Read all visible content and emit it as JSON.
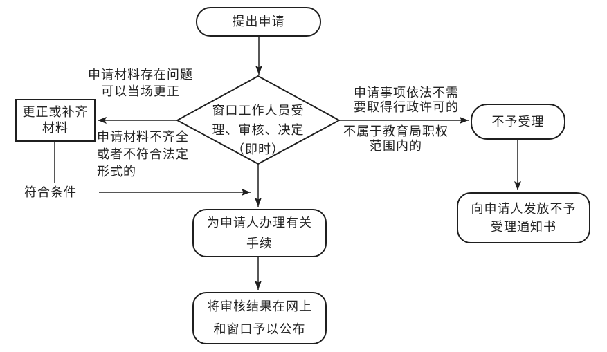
{
  "nodes": {
    "start": "提出申请",
    "decision": "窗口工作人员受\n理、审核、决定\n（即时）",
    "correct": "更正或补齐\n材料",
    "process": "为申请人办理有关\n手续",
    "publish": "将审核结果在网上\n和窗口予以公布",
    "reject": "不予受理",
    "notice": "向申请人发放不予\n受理通知书"
  },
  "edge_labels": {
    "can_correct_onsite": "申请材料存在问题\n可以当场更正",
    "incomplete_materials": "申请材料不齐全\n或者不符合法定\n形式的",
    "meets_conditions": "符合条件",
    "no_license_needed": "申请事项依法不需\n要取得行政许可的",
    "outside_authority": "不属于教育局职权\n范围内的"
  },
  "colors": {
    "stroke": "#1f1f1f",
    "text": "#232323",
    "background": "#ffffff"
  }
}
